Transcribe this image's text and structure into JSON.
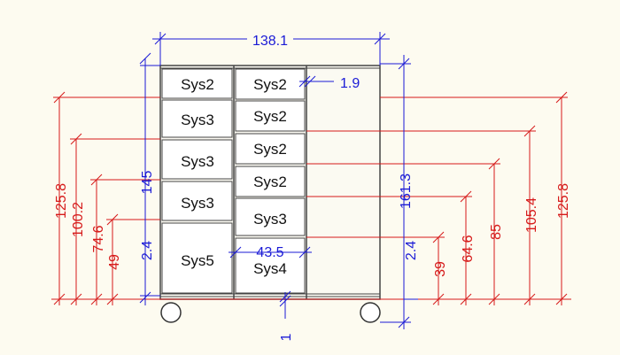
{
  "labels": {
    "left": [
      "Sys2",
      "Sys3",
      "Sys3",
      "Sys3",
      "Sys5"
    ],
    "mid": [
      "Sys2",
      "Sys2",
      "Sys2",
      "Sys2",
      "Sys3",
      "Sys4"
    ]
  },
  "dims_blue": {
    "top_width": "138.1",
    "gap_small": "1.9",
    "left_height": "145",
    "left_offset": "2.4",
    "drawer_width": "43.5",
    "right_height": "161.3",
    "right_offset": "2.4",
    "bottom": "1"
  },
  "dims_red": {
    "left": [
      "125.8",
      "100.2",
      "74.6",
      "49"
    ],
    "right": [
      "39",
      "64.6",
      "85",
      "105.4",
      "125.8"
    ]
  },
  "colors": {
    "background": "#fdfbf0",
    "blue": "#1a1ad6",
    "red": "#d61a1a",
    "frame": "#444444",
    "drawer_fill": "#ffffff"
  }
}
